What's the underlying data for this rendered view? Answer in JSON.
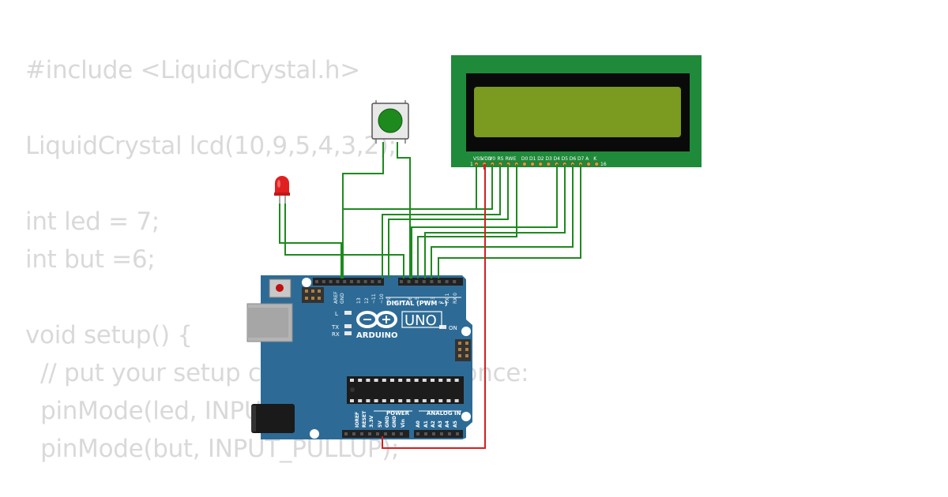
{
  "code": {
    "lines": [
      "#include <LiquidCrystal.h>",
      "",
      "LiquidCrystal lcd(10,9,5,4,3,2);",
      "",
      "int led = 7;",
      "int but =6;",
      "",
      "void setup() {",
      "  // put your setup code here, to run once:",
      "  pinMode(led, INPUT);",
      "  pinMode(but, INPUT_PULLUP);"
    ]
  },
  "lcd": {
    "pin_labels": [
      "VSS",
      "VDD",
      "V0",
      "RS",
      "RW",
      "E",
      "D0",
      "D1",
      "D2",
      "D3",
      "D4",
      "D5",
      "D6",
      "D7",
      "A",
      "K"
    ],
    "pin_first": "1",
    "pin_last": "16",
    "board_color": "#1f8a3a",
    "screen_color": "#7a9a20"
  },
  "arduino": {
    "board_color": "#2d6b96",
    "model": "UNO",
    "brand": "ARDUINO",
    "digital_label": "DIGITAL (PWM ~)",
    "power_label": "POWER",
    "analog_label": "ANALOG IN",
    "on_label": "ON",
    "l_label": "L",
    "tx_label": "TX",
    "rx_label": "RX",
    "top_header_labels": [
      "AREF",
      "GND",
      "13",
      "12",
      "~11",
      "~10",
      "~9",
      "8",
      "7",
      "~6",
      "~5",
      "4",
      "~3",
      "2",
      "TX 1",
      "RX 0"
    ],
    "power_header_labels": [
      "IOREF",
      "RESET",
      "3.3V",
      "5V",
      "GND",
      "GND",
      "Vin"
    ],
    "analog_header_labels": [
      "A0",
      "A1",
      "A2",
      "A3",
      "A4",
      "A5"
    ]
  },
  "wires": {
    "signal_color": "#1e8a1e",
    "power_color": "#d42020"
  },
  "button": {
    "cap_color": "#1e8a1e"
  },
  "led": {
    "color": "#e02020"
  }
}
